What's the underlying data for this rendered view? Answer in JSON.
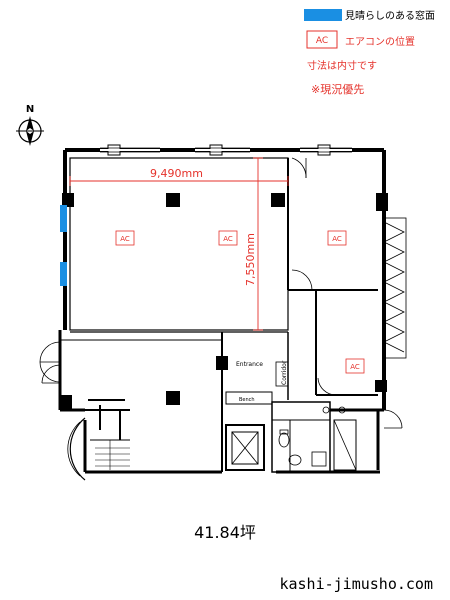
{
  "legend": {
    "window_label": "見晴らしのある窓面",
    "window_color": "#1a8fe3",
    "ac_symbol": "AC",
    "ac_label": "エアコンの位置",
    "inner_dim_note": "寸法は内寸です",
    "priority_note": "※現況優先",
    "note_color": "#e5322b"
  },
  "compass": {
    "north": "N"
  },
  "plan": {
    "width_dimension": "9,490mm",
    "height_dimension": "7,550mm",
    "ac_units": [
      "AC",
      "AC",
      "AC",
      "AC"
    ],
    "entrance": "Entrance",
    "corridor": "Corridor",
    "bench": "Bench",
    "wall_color": "#000000",
    "dim_color": "#e5322b"
  },
  "area": "41.84坪",
  "site": "kashi-jimusho.com"
}
